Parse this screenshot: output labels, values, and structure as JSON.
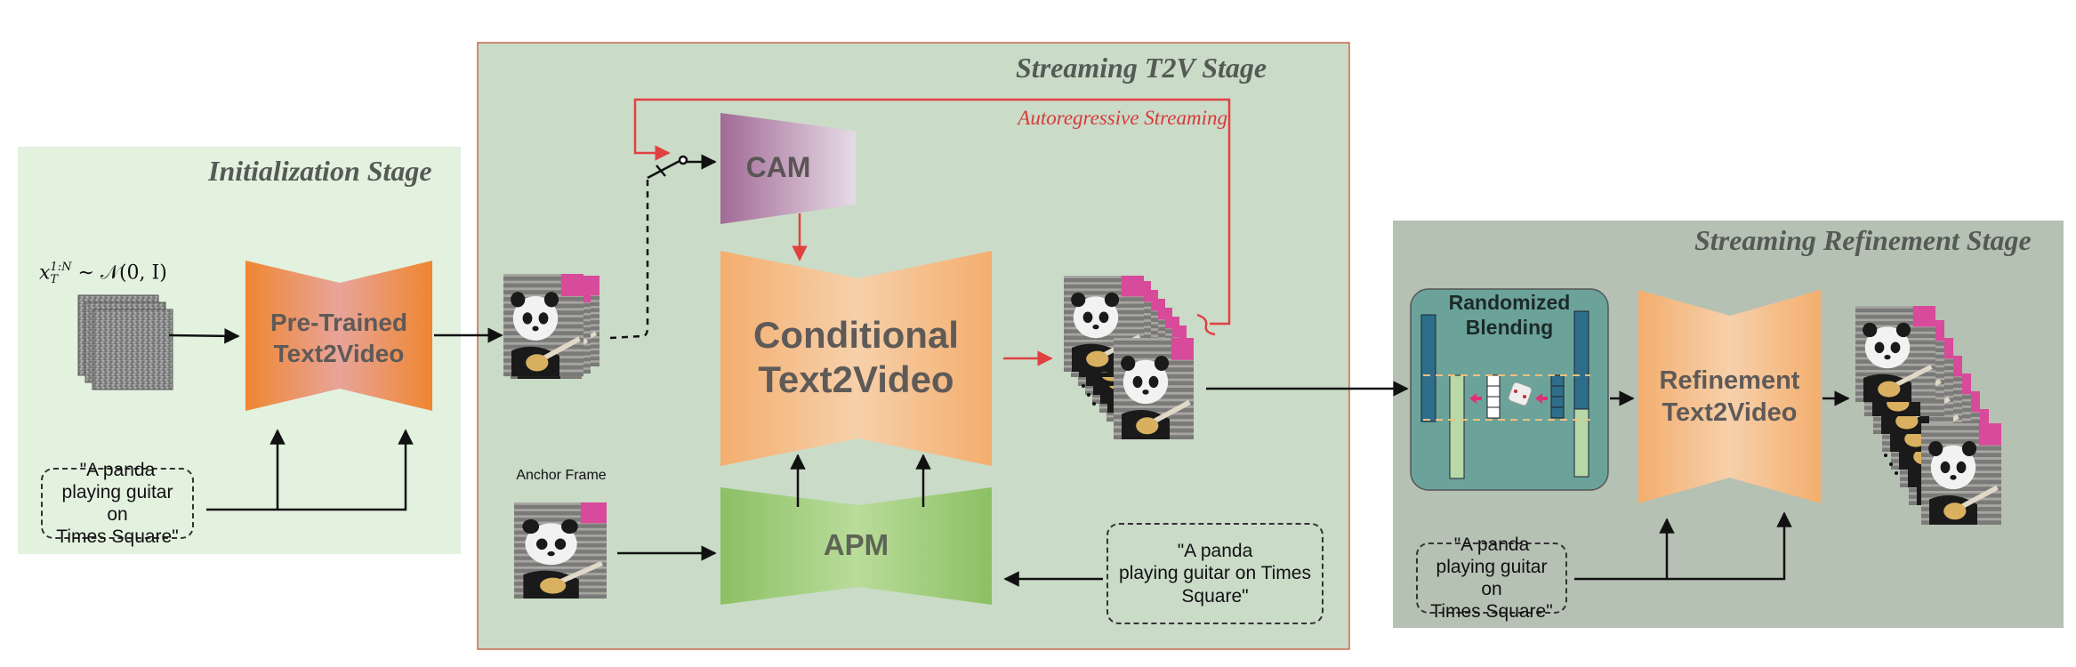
{
  "stages": {
    "init": {
      "title": "Initialization Stage"
    },
    "streaming": {
      "title": "Streaming T2V Stage"
    },
    "refine": {
      "title": "Streaming Refinement Stage"
    }
  },
  "noise": {
    "formula_x": "x",
    "formula_sup": "1:N",
    "formula_sub": "T",
    "formula_rest": "∼ 𝒩(0, I)"
  },
  "blocks": {
    "pretrained": "Pre-Trained\nText2Video",
    "cam": "CAM",
    "conditional": "Conditional\nText2Video",
    "apm": "APM",
    "blending": "Randomized\nBlending",
    "refinement": "Refinement\nText2Video"
  },
  "labels": {
    "anchor_frame": "Anchor Frame",
    "autoregressive": "Autoregressive Streaming"
  },
  "prompts": {
    "init": "\"A panda\nplaying guitar on\nTimes Square\"",
    "streaming": "\"A panda\nplaying guitar on Times\nSquare\"",
    "refine": "\"A panda\nplaying guitar on\nTimes Square\""
  },
  "colors": {
    "init_bg": "#e3f1df",
    "streaming_bg": "#cadbc8",
    "refine_bg": "#b5c1b3",
    "pretrained": "#ef8a3c",
    "cam": "#a6729a",
    "conditional": "#f4b278",
    "apm": "#8fc068",
    "blending_bg": "#6ba39a",
    "arrow_red": "#e04040"
  }
}
